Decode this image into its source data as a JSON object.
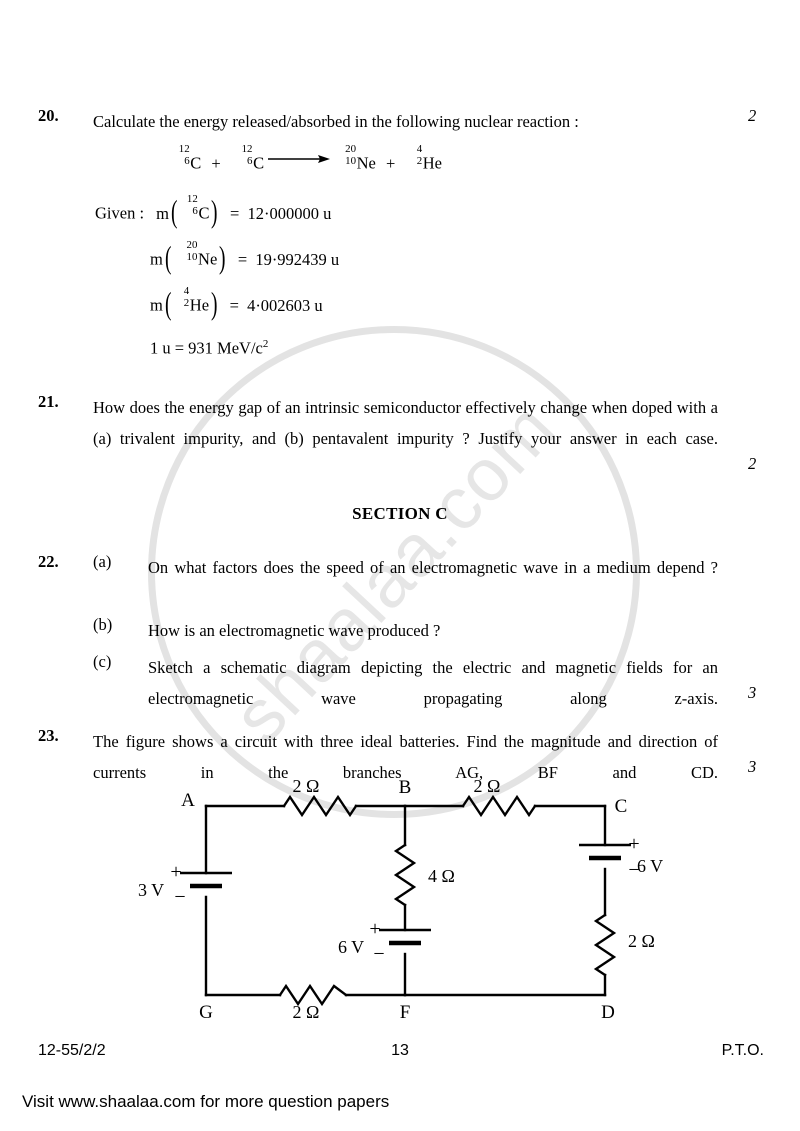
{
  "watermark": {
    "text": "shaalaa.com"
  },
  "questions": [
    {
      "number": "20.",
      "marks": "2",
      "prompt": "Calculate the energy released/absorbed in the following nuclear reaction :",
      "reaction": {
        "lhs1": {
          "mass": "12",
          "atomic": "6",
          "symbol": "C"
        },
        "plus1": "+",
        "lhs2": {
          "mass": "12",
          "atomic": "6",
          "symbol": "C"
        },
        "rhs1": {
          "mass": "20",
          "atomic": "10",
          "symbol": "Ne"
        },
        "plus2": "+",
        "rhs2": {
          "mass": "4",
          "atomic": "2",
          "symbol": "He"
        }
      },
      "given_label": "Given :",
      "given": [
        {
          "fn": "m",
          "mass": "12",
          "atomic": "6",
          "symbol": "C",
          "equals": "=",
          "value": "12·000000 u"
        },
        {
          "fn": "m",
          "mass": "20",
          "atomic": "10",
          "symbol": "Ne",
          "equals": "=",
          "value": "19·992439 u"
        },
        {
          "fn": "m",
          "mass": "4",
          "atomic": "2",
          "symbol": "He",
          "equals": "=",
          "value": "4·002603 u"
        }
      ],
      "conversion": {
        "lead": "1 u = 931 MeV/c",
        "exponent": "2"
      }
    },
    {
      "number": "21.",
      "marks": "2",
      "prompt": "How does the energy gap of an intrinsic semiconductor effectively change when doped with a (a) trivalent impurity, and (b) pentavalent impurity ? Justify your answer in each case."
    },
    {
      "number": "22.",
      "marks": "3",
      "parts": [
        {
          "label": "(a)",
          "text": "On what factors does the speed of an electromagnetic wave in a medium depend ?"
        },
        {
          "label": "(b)",
          "text": "How is an electromagnetic wave produced ?"
        },
        {
          "label": "(c)",
          "text": "Sketch a schematic diagram depicting the electric and magnetic fields for an electromagnetic wave propagating along z-axis."
        }
      ]
    },
    {
      "number": "23.",
      "marks": "3",
      "prompt": "The figure shows a circuit with three ideal batteries. Find the magnitude and direction of currents in the branches AG, BF and CD."
    }
  ],
  "section_heading": "SECTION C",
  "circuit": {
    "nodes": {
      "A": "A",
      "B": "B",
      "C": "C",
      "D": "D",
      "F": "F",
      "G": "G"
    },
    "components": {
      "r_ab": "2 Ω",
      "r_bc": "2 Ω",
      "r_bf": "4 Ω",
      "r_cd": "2 Ω",
      "r_gf": "2 Ω",
      "batt_ag": "3 V",
      "batt_bf": "6 V",
      "batt_cd": "6 V",
      "plus": "+",
      "minus": "−"
    }
  },
  "footer": {
    "code": "12-55/2/2",
    "page": "13",
    "pto": "P.T.O.",
    "visit": "Visit www.shaalaa.com for more question papers"
  }
}
